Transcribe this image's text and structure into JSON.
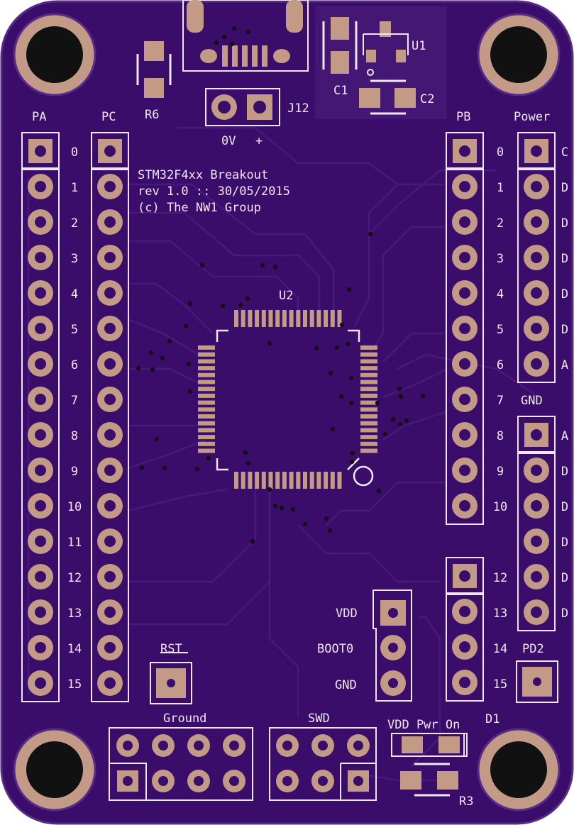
{
  "board": {
    "title_lines": [
      "STM32F4xx Breakout",
      "rev 1.0 :: 30/05/2015",
      "(c) The NW1 Group"
    ],
    "colors": {
      "board": "#3a0d6b",
      "silk": "#f0e6f4",
      "pad": "#c29a86",
      "edge": "#5a2a88",
      "trace": "#4a1b7e",
      "hole": "#111111"
    }
  },
  "headers": {
    "pa": {
      "label": "PA",
      "pins": [
        "0",
        "1",
        "2",
        "3",
        "4",
        "5",
        "6",
        "7",
        "8",
        "9",
        "10",
        "11",
        "12",
        "13",
        "14",
        "15"
      ]
    },
    "pc": {
      "label": "PC"
    },
    "pb": {
      "label": "PB",
      "pins": [
        "0",
        "1",
        "2",
        "3",
        "4",
        "5",
        "6",
        "7",
        "8",
        "9",
        "10"
      ],
      "pins_lower": [
        "12",
        "13",
        "14",
        "15"
      ]
    },
    "power": {
      "label": "Power",
      "pins": [
        "C",
        "D",
        "D",
        "D",
        "D",
        "D",
        "A"
      ]
    },
    "gnd": {
      "label": "GND",
      "pins": [
        "A",
        "D",
        "D",
        "D",
        "D",
        "D"
      ]
    },
    "pd2": {
      "label": "PD2"
    }
  },
  "components": {
    "u1": "U1",
    "c1": "C1",
    "c2": "C2",
    "r6": "R6",
    "r3": "R3",
    "d1": "D1",
    "u2": "U2",
    "j12": "J12",
    "j12_left": "0V",
    "j12_right": "+",
    "rst": "RST",
    "ground": "Ground",
    "swd": "SWD",
    "boot_labels": [
      "VDD",
      "BOOT0",
      "GND"
    ],
    "led_label": "VDD Pwr On"
  }
}
